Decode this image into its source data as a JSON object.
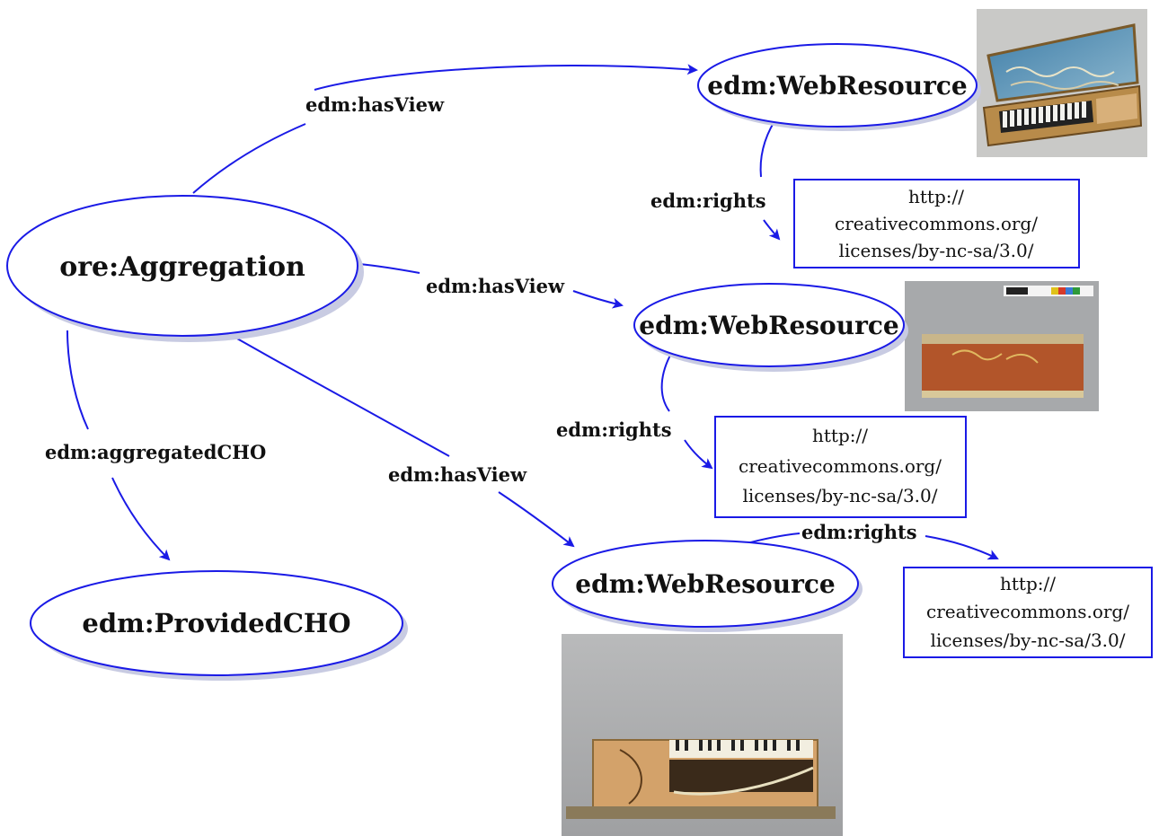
{
  "colors": {
    "edge": "#1a1ae6",
    "node_fill": "#ffffff",
    "node_stroke": "#1a1ae6",
    "shadow": "#c8cbe2"
  },
  "nodes": {
    "aggregation": "ore:Aggregation",
    "provided_cho": "edm:ProvidedCHO",
    "web_resource_1": "edm:WebResource",
    "web_resource_2": "edm:WebResource",
    "web_resource_3": "edm:WebResource"
  },
  "edges": {
    "has_view_1": "edm:hasView",
    "has_view_2": "edm:hasView",
    "has_view_3": "edm:hasView",
    "aggregated_cho": "edm:aggregatedCHO",
    "rights_1": "edm:rights",
    "rights_2": "edm:rights",
    "rights_3": "edm:rights"
  },
  "licenses": {
    "license_1": [
      "http://",
      "creativecommons.org/",
      "licenses/by-nc-sa/3.0/"
    ],
    "license_2": [
      "http://",
      "creativecommons.org/",
      "licenses/by-nc-sa/3.0/"
    ],
    "license_3": [
      "http://",
      "creativecommons.org/",
      "licenses/by-nc-sa/3.0/"
    ]
  },
  "images": {
    "image_1": "virginal-open-lid-photo",
    "image_2": "virginal-closed-case-photo",
    "image_3": "virginal-keyboard-interior-photo"
  }
}
